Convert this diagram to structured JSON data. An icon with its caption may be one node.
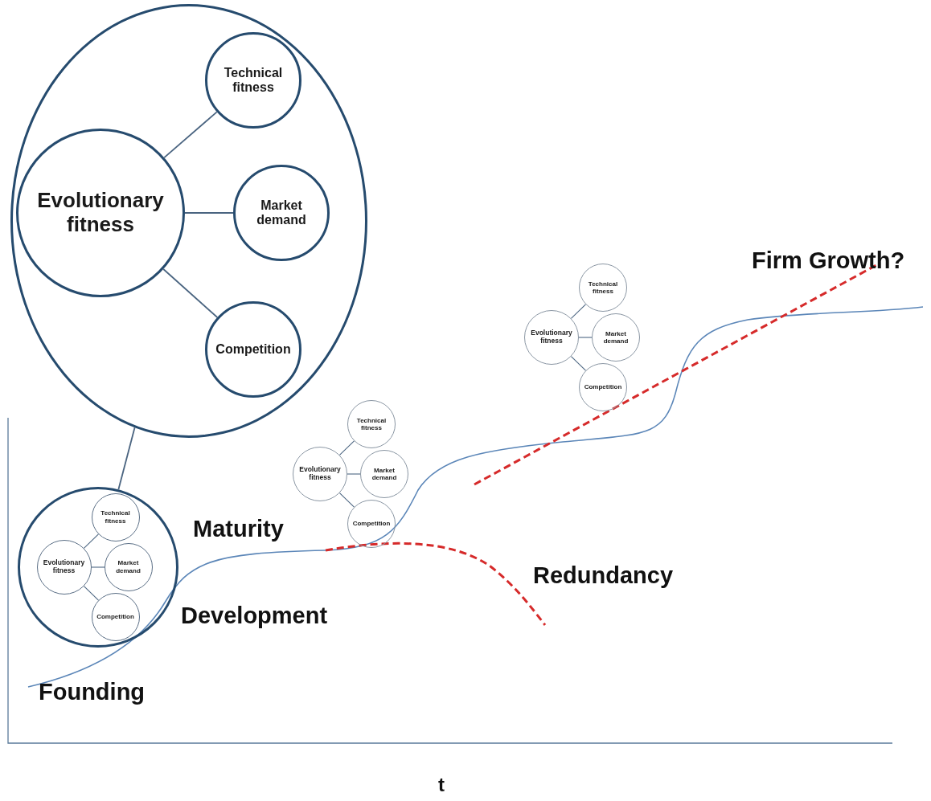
{
  "diagram": {
    "nodes": [
      {
        "text": [],
        "shape": "circle"
      },
      {
        "text": [
          "Evolutionary fitness"
        ],
        "in": 0
      },
      {
        "text": [
          "Technical fitness"
        ],
        "in": 0
      },
      {
        "text": [
          "Market demand"
        ],
        "in": 0
      },
      {
        "text": [
          "Competition"
        ],
        "in": 0
      },
      {
        "text": [],
        "shape": "circle"
      },
      {
        "text": [
          "Evolutionary fitness"
        ],
        "in": 5
      },
      {
        "text": [
          "Technical fitness"
        ],
        "in": 5
      },
      {
        "text": [
          "Market demand"
        ],
        "in": 5
      },
      {
        "text": [
          "Competition"
        ],
        "in": 5
      },
      {
        "text": [
          "Evolutionary fitness"
        ]
      },
      {
        "text": [
          "Technical fitness"
        ]
      },
      {
        "text": [
          "Market demand"
        ]
      },
      {
        "text": [
          "Competition"
        ]
      },
      {
        "text": [
          "Evolutionary fitness"
        ]
      },
      {
        "text": [
          "Technical fitness"
        ]
      },
      {
        "text": [
          "Market demand"
        ]
      },
      {
        "text": [
          "Competition"
        ]
      }
    ],
    "edges": [
      {
        "from": 1,
        "to": 2,
        "arrow": "none"
      },
      {
        "from": 1,
        "to": 3,
        "arrow": "none"
      },
      {
        "from": 1,
        "to": 4,
        "arrow": "none"
      },
      {
        "from": 0,
        "to": 5,
        "arrow": "none"
      },
      {
        "from": 6,
        "to": 7,
        "arrow": "none"
      },
      {
        "from": 6,
        "to": 8,
        "arrow": "none"
      },
      {
        "from": 6,
        "to": 9,
        "arrow": "none"
      },
      {
        "from": 10,
        "to": 11,
        "arrow": "none"
      },
      {
        "from": 10,
        "to": 12,
        "arrow": "none"
      },
      {
        "from": 10,
        "to": 13,
        "arrow": "none"
      },
      {
        "from": 14,
        "to": 15,
        "arrow": "none"
      },
      {
        "from": 14,
        "to": 16,
        "arrow": "none"
      },
      {
        "from": 14,
        "to": 17,
        "arrow": "none"
      }
    ],
    "labels": [
      "Firm Growth?",
      "Maturity",
      "Redundancy",
      "Development",
      "Founding",
      "t"
    ]
  }
}
